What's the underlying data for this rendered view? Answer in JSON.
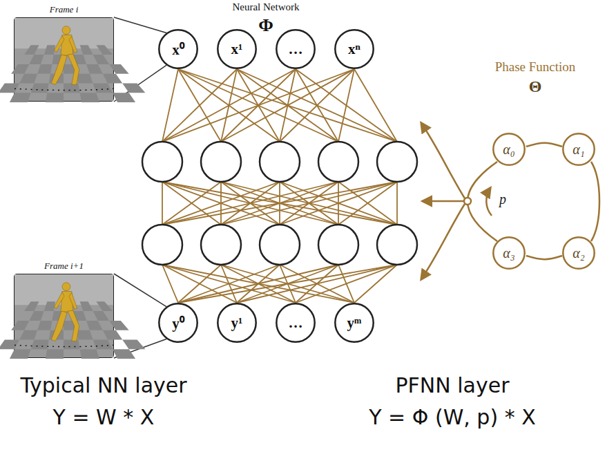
{
  "diagram": {
    "nodes": [
      {
        "text": [
          "Frame i"
        ]
      },
      {
        "text": [
          "x⁰"
        ]
      },
      {
        "text": [
          "x¹"
        ]
      },
      {
        "text": [
          "…"
        ]
      },
      {
        "text": [
          "xⁿ"
        ]
      },
      {
        "text": [
          "Frame i+1"
        ]
      },
      {
        "text": [
          "y⁰"
        ]
      },
      {
        "text": [
          "y¹"
        ]
      },
      {
        "text": [
          "…"
        ]
      },
      {
        "text": [
          "yᵐ"
        ]
      },
      {
        "text": [
          "α₀"
        ]
      },
      {
        "text": [
          "α₁"
        ]
      },
      {
        "text": [
          "α₃"
        ]
      },
      {
        "text": [
          "α₂"
        ]
      }
    ],
    "edges": [
      {
        "from": 0,
        "to": 1,
        "arrow": "none"
      },
      {
        "from": 5,
        "to": 6,
        "arrow": "none"
      }
    ],
    "labels": [
      "Neural Network",
      "Φ",
      "Phase Function",
      "Θ",
      "p",
      "Typical NN layer",
      "Y = W * X",
      "PFNN layer",
      "Y = Φ (W, p) * X"
    ]
  }
}
